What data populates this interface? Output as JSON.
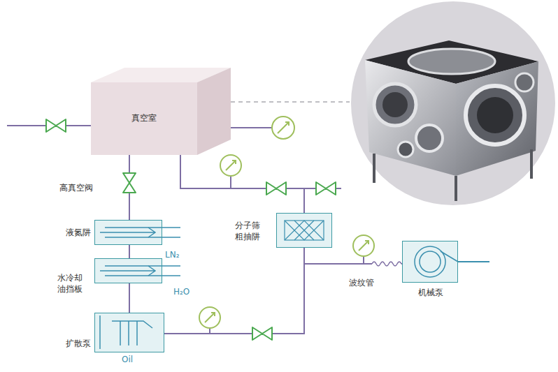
{
  "diagram": {
    "nodes": [
      {
        "text": [
          "真空室"
        ]
      },
      {
        "text": [
          "液氮阱",
          "LN₂"
        ]
      },
      {
        "text": [
          "水冷却油挡板",
          "H₂O"
        ]
      },
      {
        "text": [
          "扩散泵",
          "Oil"
        ]
      },
      {
        "text": [
          "分子筛粗抽阱"
        ]
      },
      {
        "text": [
          "机械泵"
        ]
      }
    ],
    "edges": [
      {
        "from": 0,
        "to": 1,
        "arrow": "none"
      },
      {
        "from": 1,
        "to": 2,
        "arrow": "none"
      },
      {
        "from": 2,
        "to": 3,
        "arrow": "none"
      },
      {
        "from": 0,
        "to": 4,
        "arrow": "none"
      },
      {
        "from": 4,
        "to": 5,
        "arrow": "none"
      },
      {
        "from": 3,
        "to": 5,
        "arrow": "none"
      }
    ],
    "labels": [
      "高真空阀",
      "波纹管"
    ]
  }
}
